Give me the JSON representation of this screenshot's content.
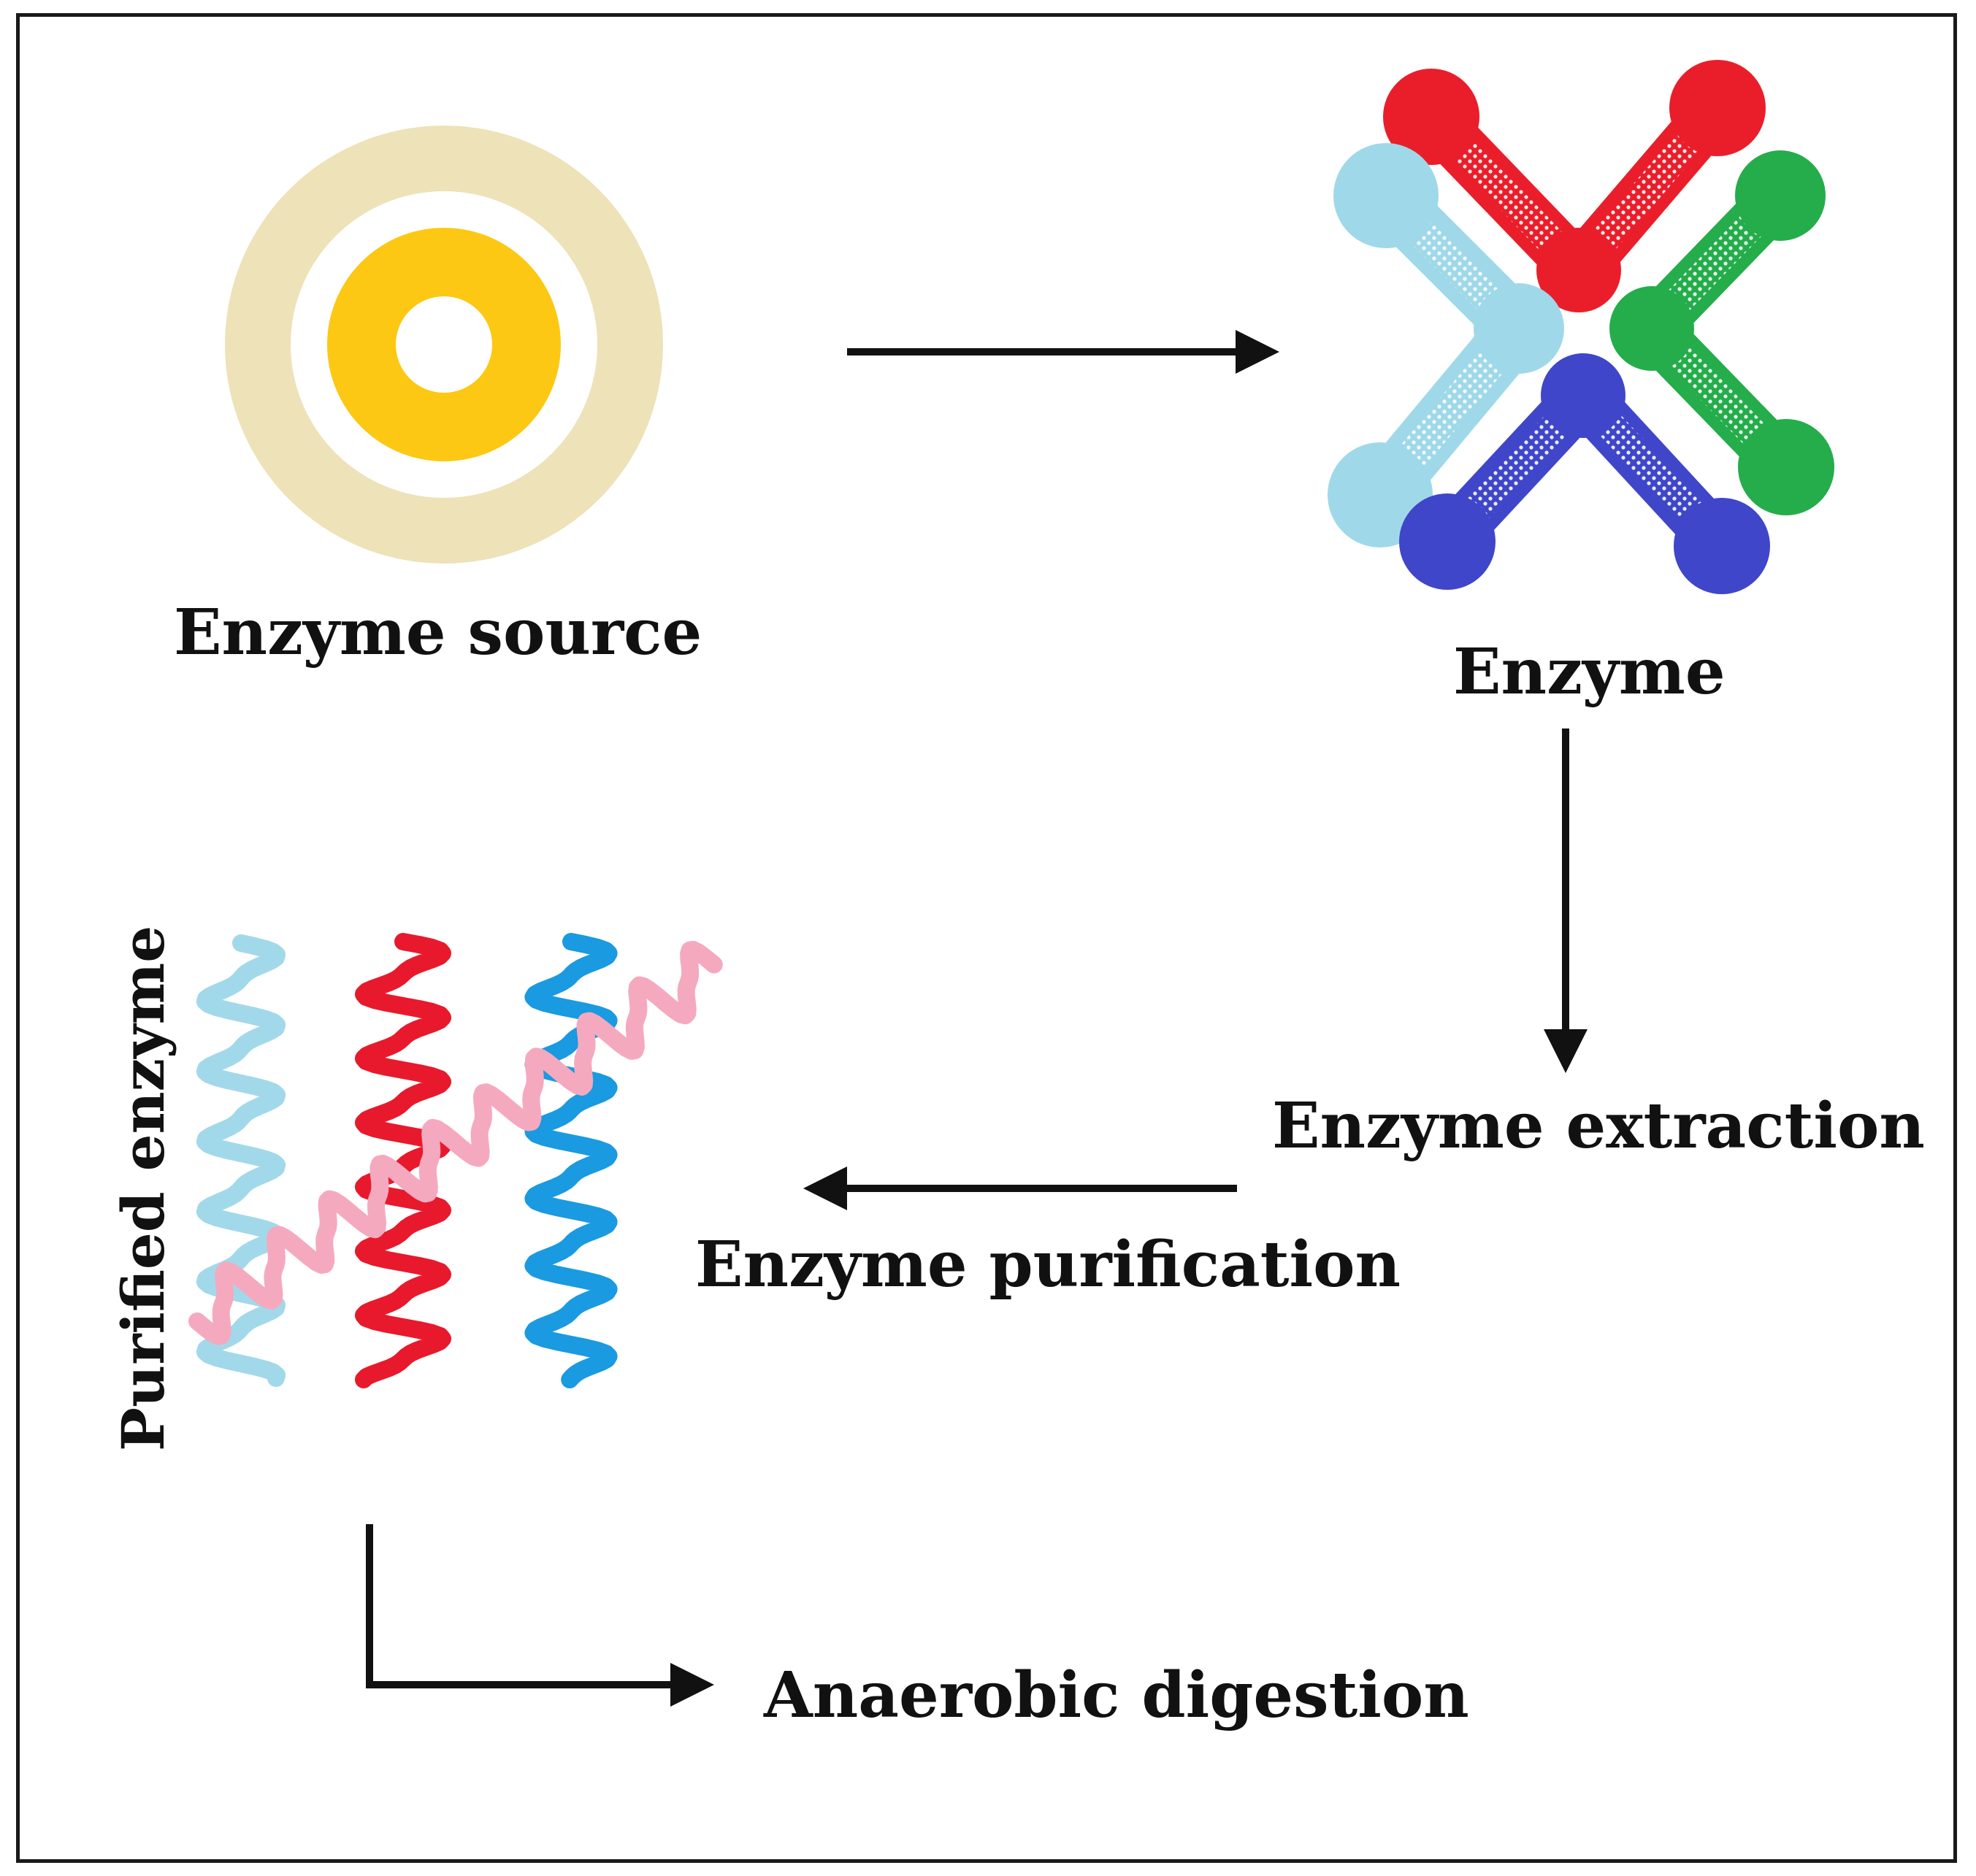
{
  "labels": {
    "enzyme_source": "Enzyme source",
    "enzyme": "Enzyme",
    "enzyme_extraction": "Enzyme extraction",
    "enzyme_purification": "Enzyme purification",
    "purified_enzyme": "Purified enzyme",
    "anaerobic_digestion": "Anaerobic digestion"
  },
  "colors": {
    "source_outer_ring": "#ede2b8",
    "source_inner_ring": "#fcc813",
    "enzyme_red": "#ea1e2a",
    "enzyme_light_blue": "#9fd9e9",
    "enzyme_green": "#24ad4a",
    "enzyme_dark_blue": "#3f46c9",
    "strand_light_blue": "#a2d9ea",
    "strand_red": "#e8192c",
    "strand_blue": "#1a9ae0",
    "strand_pink": "#f5a9bf",
    "arrow": "#111111"
  }
}
